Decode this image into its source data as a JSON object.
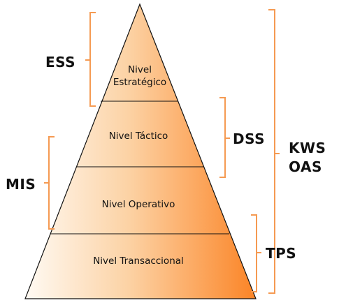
{
  "pyramid": {
    "levels": [
      {
        "line1": "Nivel",
        "line2": "Estratégico"
      },
      {
        "label": "Nivel Táctico"
      },
      {
        "label": "Nivel Operativo"
      },
      {
        "label": "Nivel Transaccional"
      }
    ]
  },
  "systems": {
    "ess": "ESS",
    "mis": "MIS",
    "dss": "DSS",
    "tps": "TPS",
    "kws": "KWS",
    "oas": "OAS"
  },
  "colors": {
    "fill_light": "#fde8d2",
    "fill_dark": "#fb8a2a",
    "bracket": "#f59a52",
    "outline": "#111111"
  }
}
